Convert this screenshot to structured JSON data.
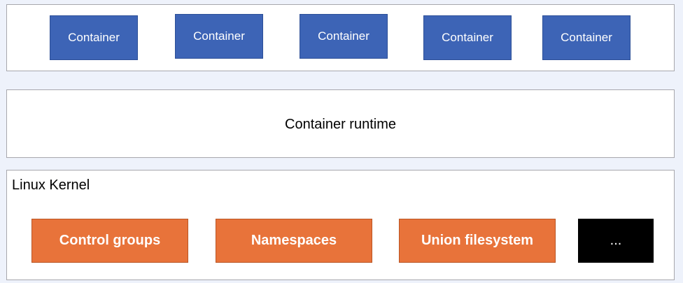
{
  "containers_layer": {
    "items": [
      "Container",
      "Container",
      "Container",
      "Container",
      "Container"
    ]
  },
  "runtime_layer": {
    "label": "Container runtime"
  },
  "kernel_layer": {
    "label": "Linux Kernel",
    "features": [
      "Control groups",
      "Namespaces",
      "Union filesystem",
      "..."
    ]
  },
  "colors": {
    "background": "#eef2fb",
    "container_fill": "#3d64b6",
    "feature_fill": "#e8733a",
    "more_fill": "#000000",
    "layer_border": "#a7a7ad"
  }
}
